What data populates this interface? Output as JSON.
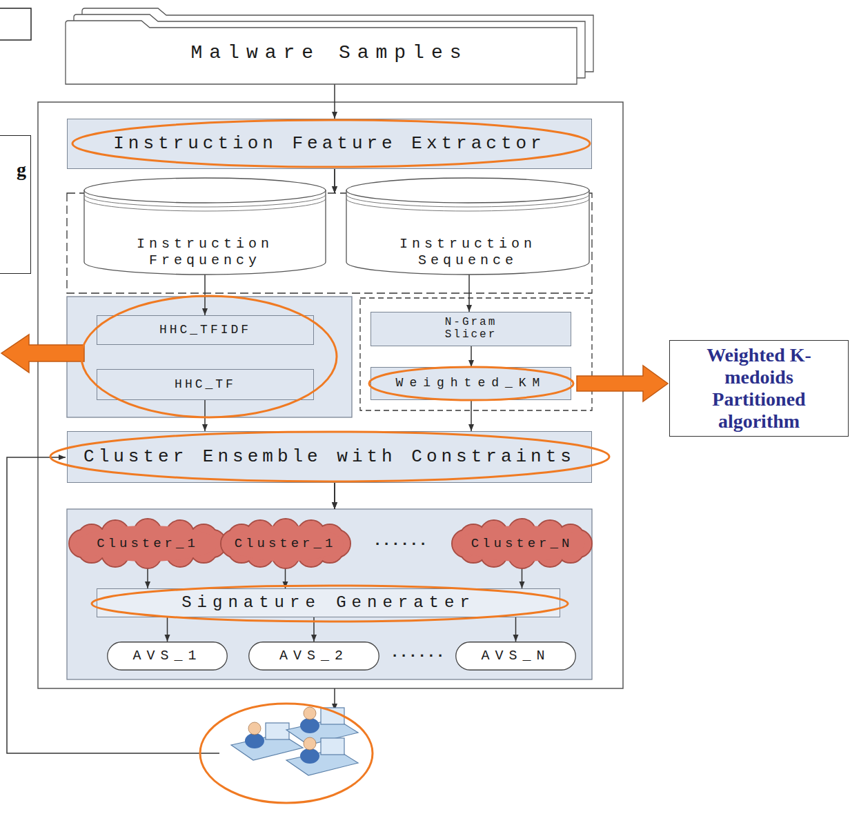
{
  "diagram": {
    "nodes": [
      {
        "text": [
          "Malware Samples"
        ]
      },
      {
        "text": [
          "Instruction Feature Extractor"
        ]
      },
      {
        "text": [
          "Instruction Frequency"
        ]
      },
      {
        "text": [
          "Instruction Sequence"
        ]
      },
      {
        "text": [
          "HHC_TFIDF"
        ]
      },
      {
        "text": [
          "HHC_TF"
        ]
      },
      {
        "text": [
          "N-Gram Slicer"
        ]
      },
      {
        "text": [
          "Weighted_KM"
        ]
      },
      {
        "text": [
          "Cluster Ensemble with Constraints"
        ]
      },
      {
        "text": [
          "Cluster_1"
        ]
      },
      {
        "text": [
          "Cluster_1"
        ]
      },
      {
        "text": [
          "Cluster_N"
        ]
      },
      {
        "text": [
          "Signature Generater"
        ]
      },
      {
        "text": [
          "AVS_1"
        ]
      },
      {
        "text": [
          "AVS_2"
        ]
      },
      {
        "text": [
          "AVS_N"
        ]
      },
      {
        "text": [
          "Weighted K-medoids Partitioned algorithm"
        ]
      },
      {
        "text": [
          "g"
        ]
      }
    ],
    "edges": [
      {
        "from": 0,
        "to": 1,
        "arrow": "to"
      },
      {
        "from": 1,
        "to": 2,
        "arrow": "to"
      },
      {
        "from": 1,
        "to": 3,
        "arrow": "to"
      },
      {
        "from": 2,
        "to": 4,
        "arrow": "to"
      },
      {
        "from": 3,
        "to": 6,
        "arrow": "to"
      },
      {
        "from": 6,
        "to": 7,
        "arrow": "to"
      },
      {
        "from": 5,
        "to": 8,
        "arrow": "to"
      },
      {
        "from": 7,
        "to": 8,
        "arrow": "to"
      },
      {
        "from": 8,
        "to": 9,
        "arrow": "to"
      },
      {
        "from": 8,
        "to": 10,
        "arrow": "to"
      },
      {
        "from": 8,
        "to": 11,
        "arrow": "to"
      },
      {
        "from": 9,
        "to": 12,
        "arrow": "to"
      },
      {
        "from": 10,
        "to": 12,
        "arrow": "to"
      },
      {
        "from": 11,
        "to": 12,
        "arrow": "to"
      },
      {
        "from": 12,
        "to": 13,
        "arrow": "to"
      },
      {
        "from": 12,
        "to": 14,
        "arrow": "to"
      },
      {
        "from": 12,
        "to": 15,
        "arrow": "to"
      },
      {
        "from": 7,
        "to": 16,
        "arrow": "to"
      }
    ],
    "labels": [
      "......",
      "......"
    ]
  }
}
